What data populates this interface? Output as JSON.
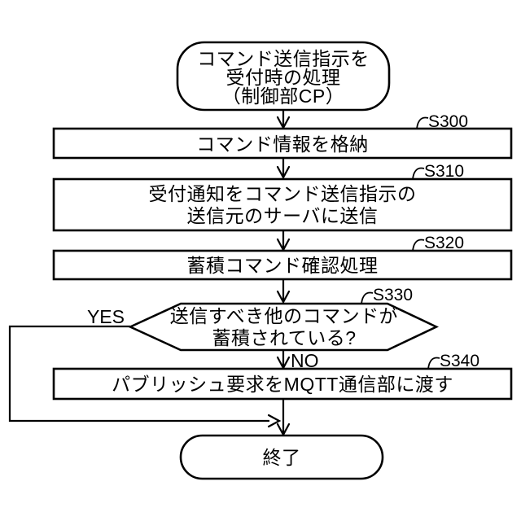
{
  "diagram": {
    "colors": {
      "background": "#ffffff",
      "line": "#000000",
      "text": "#000000"
    },
    "start": {
      "lines": [
        "コマンド送信指示を",
        "受付時の処理",
        "（制御部CP）"
      ]
    },
    "s300": {
      "tag": "S300",
      "lines": [
        "コマンド情報を格納"
      ]
    },
    "s310": {
      "tag": "S310",
      "lines": [
        "受付通知をコマンド送信指示の",
        "送信元のサーバに送信"
      ]
    },
    "s320": {
      "tag": "S320",
      "lines": [
        "蓄積コマンド確認処理"
      ]
    },
    "s330": {
      "tag": "S330",
      "lines": [
        "送信すべき他のコマンドが",
        "蓄積されている?"
      ]
    },
    "s340": {
      "tag": "S340",
      "lines": [
        "パブリッシュ要求をMQTT通信部に渡す"
      ]
    },
    "branch": {
      "yes": "YES",
      "no": "NO"
    },
    "end": {
      "label": "終了"
    }
  }
}
